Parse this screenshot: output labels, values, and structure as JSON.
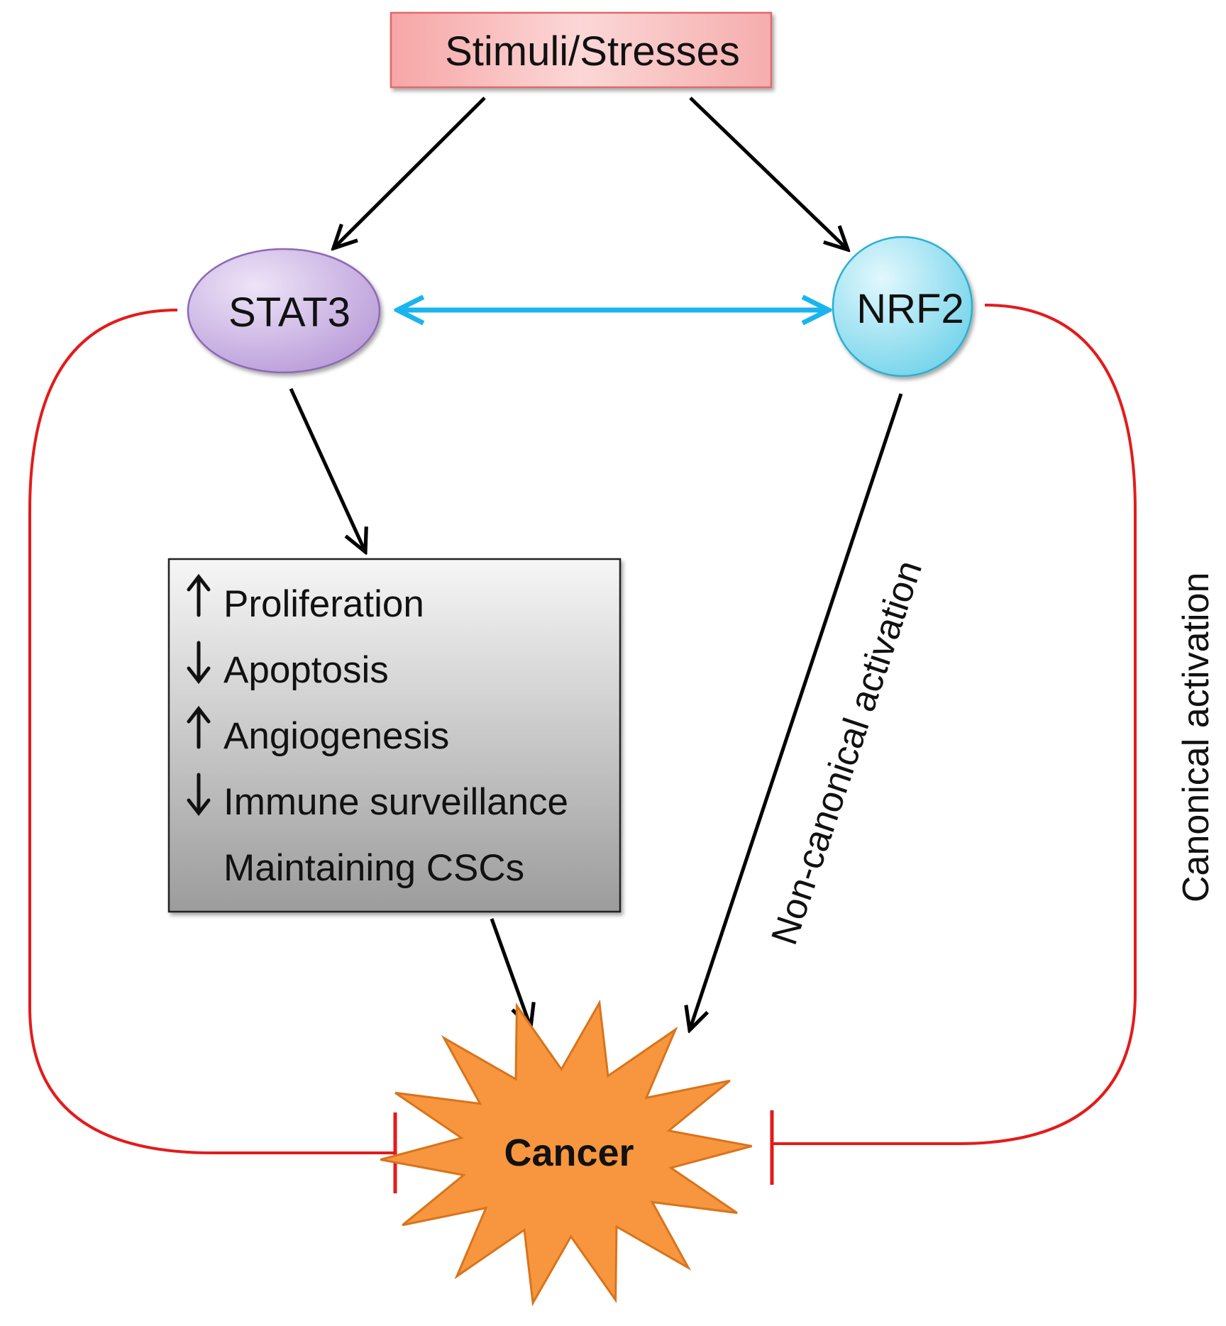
{
  "stimuli_label": "Stimuli/Stresses",
  "stat3_label": "STAT3",
  "nrf2_label": "NRF2",
  "effects": [
    {
      "arrow": "up",
      "text": "Proliferation"
    },
    {
      "arrow": "down",
      "text": "Apoptosis"
    },
    {
      "arrow": "up",
      "text": "Angiogenesis"
    },
    {
      "arrow": "down",
      "text": "Immune surveillance"
    },
    {
      "arrow": "none",
      "text": "Maintaining CSCs"
    }
  ],
  "noncanonical_label": "Non-canonical activation",
  "canonical_label": "Canonical activation",
  "cancer_label": "Cancer",
  "colors": {
    "inhibition": "#e31b1b",
    "interaction": "#1ab4ee",
    "stat3_fill": "#c9b3e3",
    "nrf2_fill": "#9ee4f2",
    "stimuli_fill": "#f5b1b1",
    "cancer_fill": "#f7963e"
  }
}
